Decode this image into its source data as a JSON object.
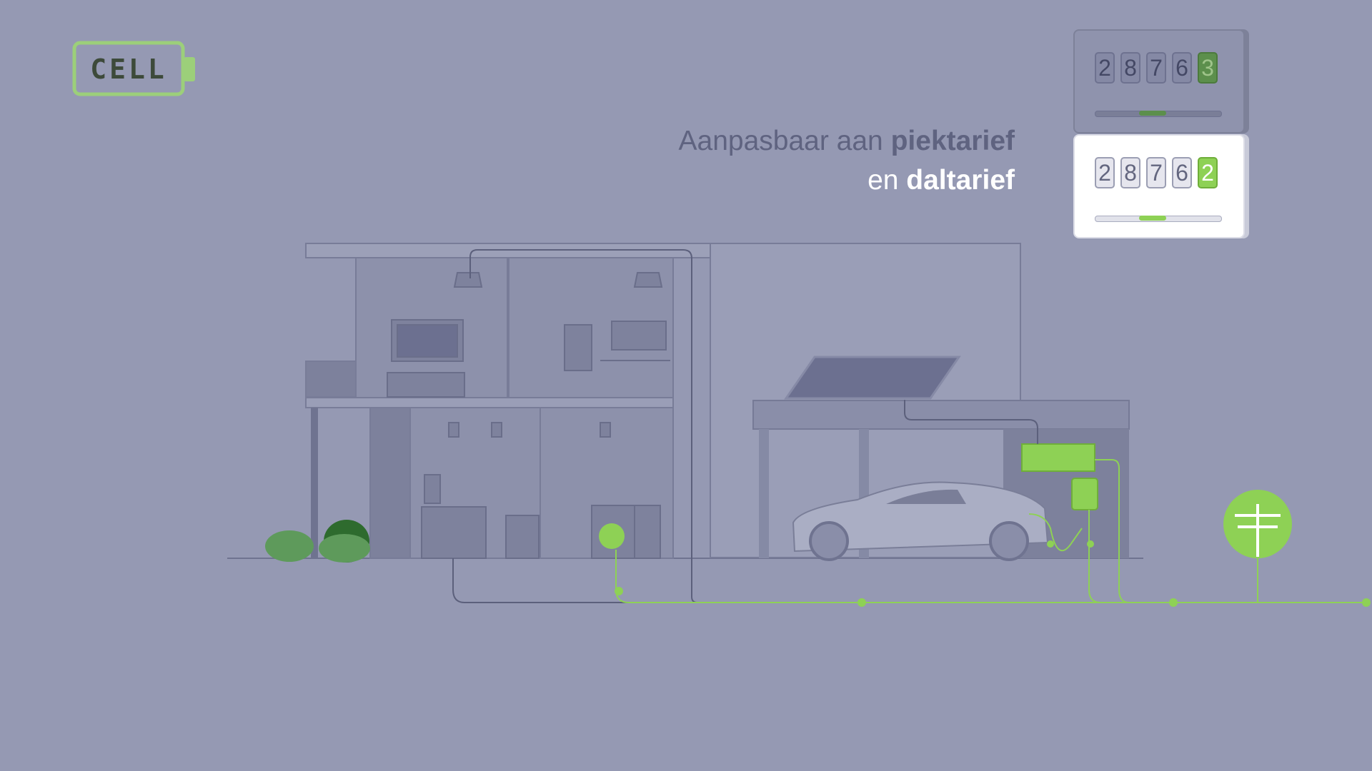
{
  "logo": {
    "text": "CELL"
  },
  "headline": {
    "line1_regular": "Aanpasbaar aan ",
    "line1_bold": "piektarief",
    "line2_regular": "en ",
    "line2_bold": "daltarief"
  },
  "meters": {
    "peak": {
      "digits": [
        "2",
        "8",
        "7",
        "6",
        "3"
      ]
    },
    "offpeak": {
      "digits": [
        "2",
        "8",
        "7",
        "6",
        "2"
      ]
    }
  },
  "colors": {
    "background": "#9599b3",
    "accent": "#8ed155",
    "moon": "#fbe8c4"
  }
}
